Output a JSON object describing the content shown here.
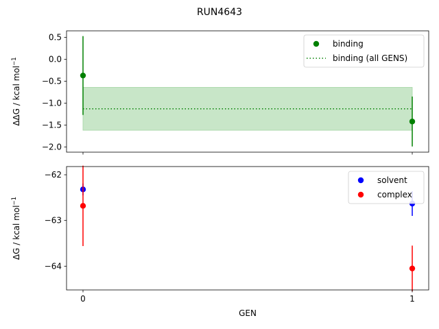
{
  "chart_data": [
    {
      "type": "scatter",
      "title": "RUN4643",
      "xlabel": "",
      "ylabel_main": "ΔΔG",
      "ylabel_unit": " / kcal mol",
      "ylabel_sup": "−1",
      "xlim": [
        -0.05,
        1.05
      ],
      "ylim": [
        -2.12,
        0.65
      ],
      "yticks": [
        0.5,
        0.0,
        -0.5,
        -1.0,
        -1.5,
        -2.0
      ],
      "ytick_labels": [
        "0.5",
        "0.0",
        "−0.5",
        "−1.0",
        "−1.5",
        "−2.0"
      ],
      "xticks": [
        0,
        1
      ],
      "grid": false,
      "legend_position": "upper-right",
      "series": [
        {
          "name": "binding",
          "kind": "errorbar-scatter",
          "color": "#008000",
          "points": [
            {
              "x": 0,
              "y": -0.37,
              "err": 0.9
            },
            {
              "x": 1,
              "y": -1.42,
              "err": 0.57
            }
          ]
        },
        {
          "name": "binding (all GENS)",
          "kind": "hline-band",
          "color": "#008000",
          "band_color": "#c8e6c8",
          "y": -1.13,
          "band": [
            -1.62,
            -0.64
          ],
          "x_range": [
            0,
            1
          ]
        }
      ]
    },
    {
      "type": "scatter",
      "xlabel": "GEN",
      "ylabel_main": "ΔG",
      "ylabel_unit": " / kcal mol",
      "ylabel_sup": "−1",
      "xlim": [
        -0.05,
        1.05
      ],
      "ylim": [
        -64.52,
        -61.82
      ],
      "yticks": [
        -62,
        -63,
        -64
      ],
      "ytick_labels": [
        "−62",
        "−63",
        "−64"
      ],
      "xticks": [
        0,
        1
      ],
      "xtick_labels": [
        "0",
        "1"
      ],
      "grid": false,
      "legend_position": "upper-right",
      "series": [
        {
          "name": "solvent",
          "kind": "errorbar-scatter",
          "color": "#0000ff",
          "points": [
            {
              "x": 0,
              "y": -62.32,
              "err": 0.13
            },
            {
              "x": 1,
              "y": -62.63,
              "err": 0.27
            }
          ]
        },
        {
          "name": "complex",
          "kind": "errorbar-scatter",
          "color": "#ff0000",
          "points": [
            {
              "x": 0,
              "y": -62.68,
              "err": 0.88
            },
            {
              "x": 1,
              "y": -64.05,
              "err": 0.5
            }
          ]
        }
      ]
    }
  ]
}
